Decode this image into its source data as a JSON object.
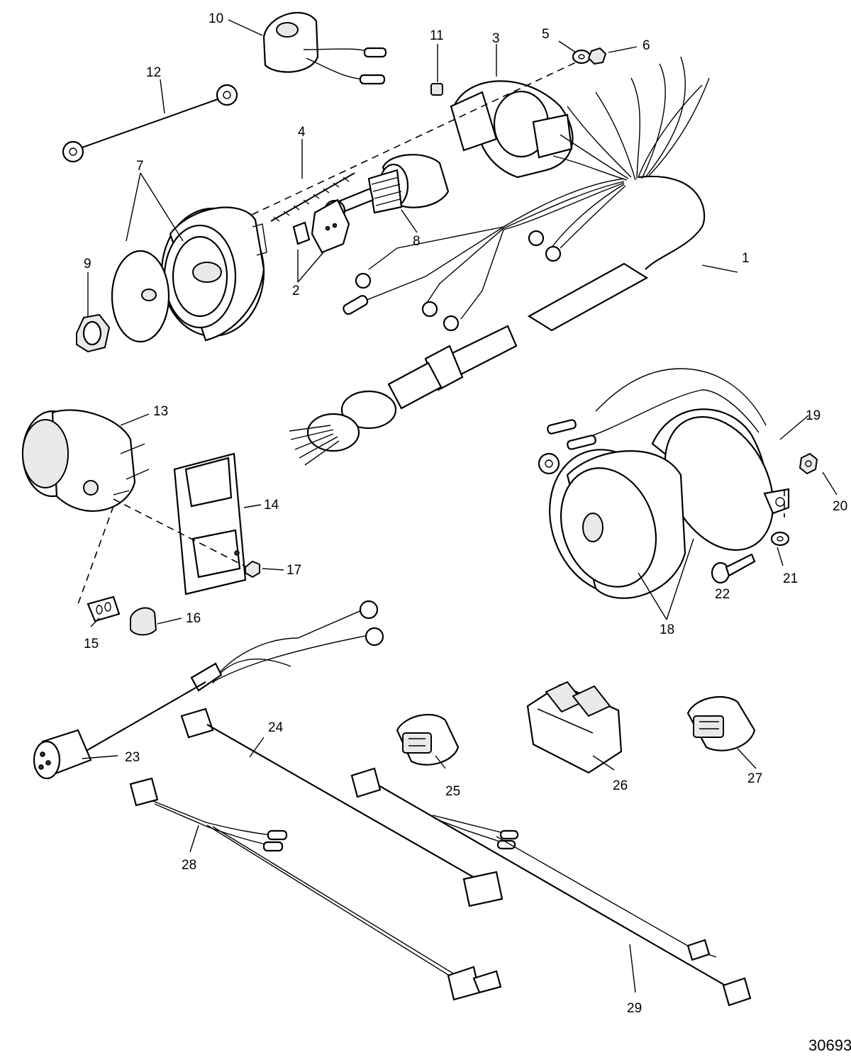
{
  "figure_id": "30693",
  "callouts": [
    "1",
    "2",
    "3",
    "4",
    "5",
    "6",
    "7",
    "8",
    "9",
    "10",
    "11",
    "12",
    "13",
    "14",
    "15",
    "16",
    "17",
    "18",
    "19",
    "20",
    "21",
    "22",
    "23",
    "24",
    "25",
    "26",
    "27",
    "28",
    "29"
  ]
}
